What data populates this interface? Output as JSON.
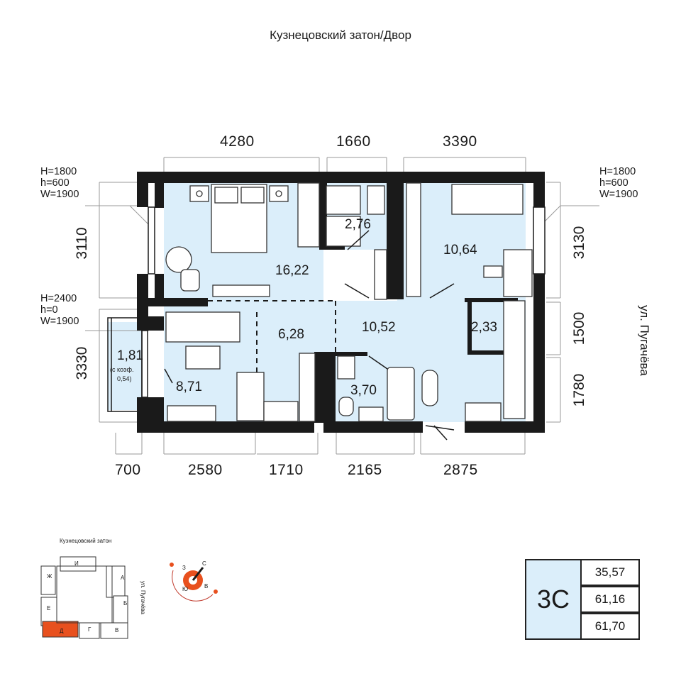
{
  "header": {
    "title": "Кузнецовский затон/Двор"
  },
  "dimensions": {
    "top": [
      "4280",
      "1660",
      "3390"
    ],
    "bottom": [
      "700",
      "2580",
      "1710",
      "2165",
      "2875"
    ],
    "left": [
      "3110",
      "3330"
    ],
    "right": [
      "3130",
      "1500",
      "1780"
    ]
  },
  "windows": {
    "left_upper": [
      "H=1800",
      "h=600",
      "W=1900"
    ],
    "left_lower": [
      "H=2400",
      "h=0",
      "W=1900"
    ],
    "right_upper": [
      "H=1800",
      "h=600",
      "W=1900"
    ]
  },
  "rooms": {
    "bedroom": "16,22",
    "wc": "2,76",
    "bedroom2": "10,64",
    "kitchen_area": "6,28",
    "hall": "10,52",
    "wardrobe": "2,33",
    "living": "8,71",
    "bath": "3,70",
    "balcony": "1,81",
    "balcony_note": "(с коэф.",
    "balcony_coef": "0,54)"
  },
  "street": "ул. Пугачёва",
  "minimap": {
    "title": "Кузнецовский затон",
    "street": "ул. Пугачёва",
    "sections": [
      "Ж",
      "И",
      "А",
      "Е",
      "Б",
      "Д",
      "Г",
      "В"
    ],
    "highlight": "Д"
  },
  "compass": {
    "n": "С",
    "w": "З",
    "s": "Ю",
    "e": "В"
  },
  "summary": {
    "type": "3С",
    "living_area": "35,57",
    "area": "61,16",
    "total_area": "61,70"
  },
  "colors": {
    "room_fill": "#dbeefa",
    "wall": "#1a1a1a",
    "accent": "#e8501e"
  }
}
